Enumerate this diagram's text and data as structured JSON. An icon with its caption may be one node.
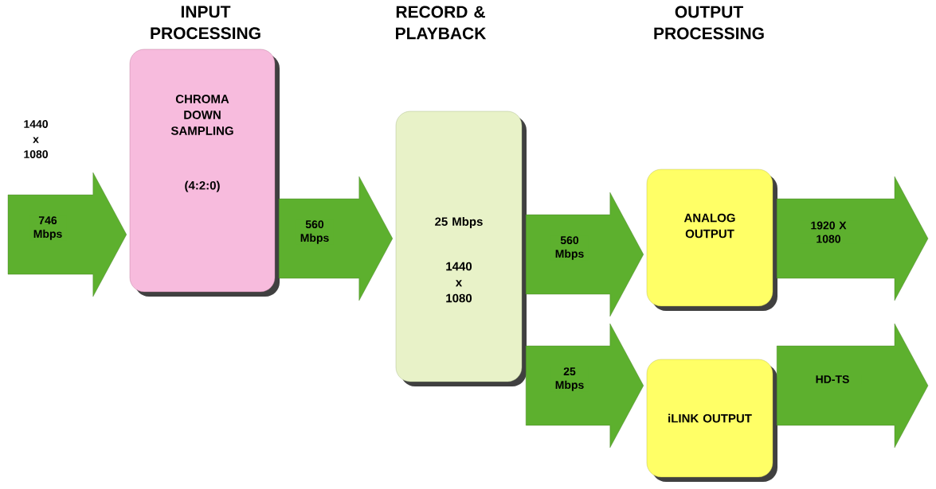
{
  "diagram": {
    "nodes": [
      {
        "text": [
          "CHROMA DOWN SAMPLING",
          "(4:2:0)"
        ]
      },
      {
        "text": [
          "25 Mbps",
          "1440 x 1080"
        ]
      },
      {
        "text": [
          "ANALOG OUTPUT"
        ]
      },
      {
        "text": [
          "iLINK OUTPUT"
        ]
      }
    ],
    "edges": [
      {
        "from": null,
        "to": 0,
        "arrow": "to",
        "label": "746 Mbps"
      },
      {
        "from": 0,
        "to": 1,
        "arrow": "to",
        "label": "560 Mbps"
      },
      {
        "from": 1,
        "to": 2,
        "arrow": "to",
        "label": "560 Mbps"
      },
      {
        "from": 1,
        "to": 3,
        "arrow": "to",
        "label": "25 Mbps"
      },
      {
        "from": 2,
        "to": null,
        "arrow": "to",
        "label": "1920 X 1080"
      },
      {
        "from": 3,
        "to": null,
        "arrow": "to",
        "label": "HD-TS"
      }
    ],
    "labels": [
      "INPUT PROCESSING",
      "RECORD & PLAYBACK",
      "OUTPUT PROCESSING",
      "1440 x 1080"
    ]
  }
}
